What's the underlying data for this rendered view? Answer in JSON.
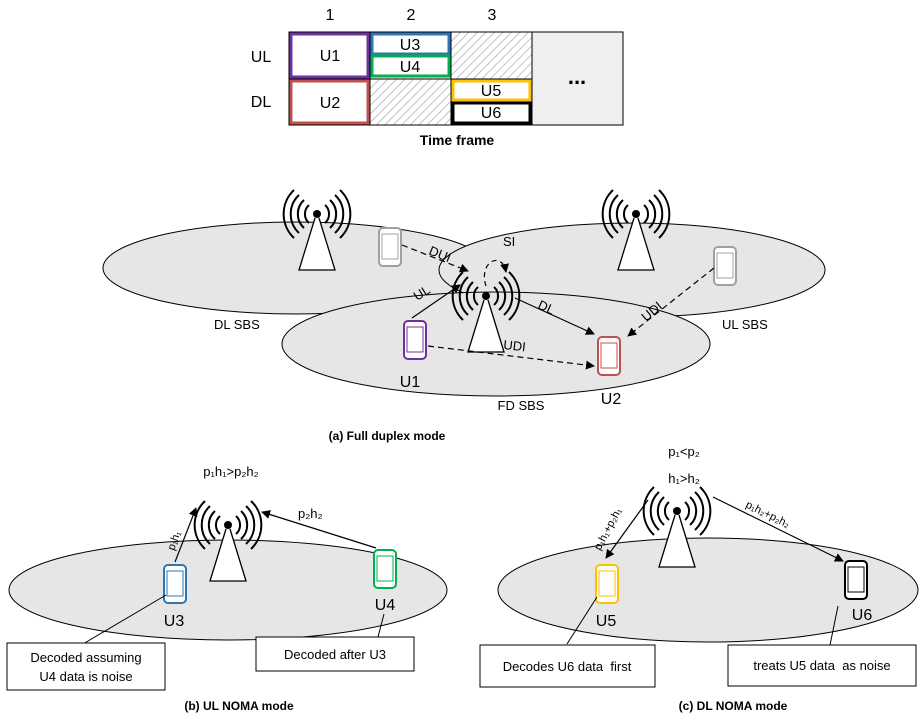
{
  "timeframe": {
    "slot_numbers": [
      "1",
      "2",
      "3"
    ],
    "ul_label": "UL",
    "dl_label": "DL",
    "users": {
      "u1": "U1",
      "u2": "U2",
      "u3": "U3",
      "u4": "U4",
      "u5": "U5",
      "u6": "U6"
    },
    "ellipsis": "...",
    "caption": "Time frame"
  },
  "fd": {
    "dl_sbs_label": "DL SBS",
    "ul_sbs_label": "UL SBS",
    "fd_sbs_label": "FD SBS",
    "dui": "DUI",
    "si": "SI",
    "ul": "UL",
    "dl": "DL",
    "udi_right": "UDI",
    "udi_bottom": "UDI",
    "u1": "U1",
    "u2": "U2",
    "caption": "(a) Full duplex mode"
  },
  "ul_noma": {
    "power_relation_a": "p₁h₁>p₂h₂",
    "left_link": "p₁h₁",
    "right_link": "p₂h₂",
    "u3": "U3",
    "u4": "U4",
    "note_left_line1": "Decoded assuming",
    "note_left_line2": "U4 data is noise",
    "note_right": "Decoded after U3",
    "caption": "(b) UL NOMA mode"
  },
  "dl_noma": {
    "power_relation_a": "p₁<p₂",
    "power_relation_b": "h₁>h₂",
    "left_link": "p₁h₁+p₂h₁",
    "right_link": "p₁h₂+p₂h₂",
    "u5": "U5",
    "u6": "U6",
    "note_left": "Decodes U6 data  first",
    "note_right": "treats U5 data  as noise",
    "caption": "(c) DL NOMA mode"
  },
  "colors": {
    "u1": "#7030a0",
    "u2": "#c0504d",
    "u3": "#2e75b6",
    "u4": "#00b050",
    "u5": "#ffc000",
    "u6": "#000000",
    "cell_fill": "#efefef"
  }
}
